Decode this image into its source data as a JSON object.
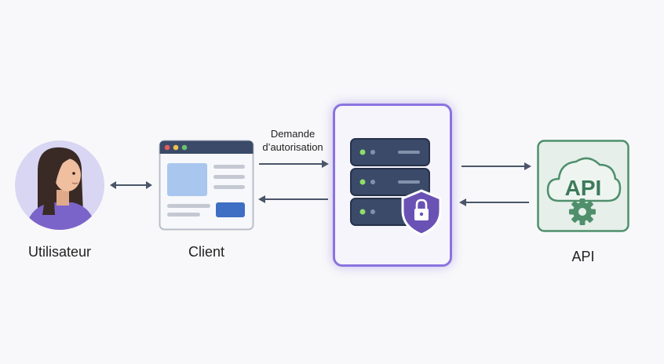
{
  "nodes": {
    "user": {
      "label": "Utilisateur"
    },
    "client": {
      "label": "Client"
    },
    "api": {
      "label": "API",
      "cloud_text": "API"
    }
  },
  "edges": {
    "client_to_server": {
      "label": "Demande\nd’autorisation"
    }
  },
  "colors": {
    "accent_purple": "#8a73e0",
    "server_dark": "#3a4a68",
    "api_green": "#4f8f6c",
    "client_blue": "#3f6fc4",
    "arrow": "#4a5568"
  }
}
